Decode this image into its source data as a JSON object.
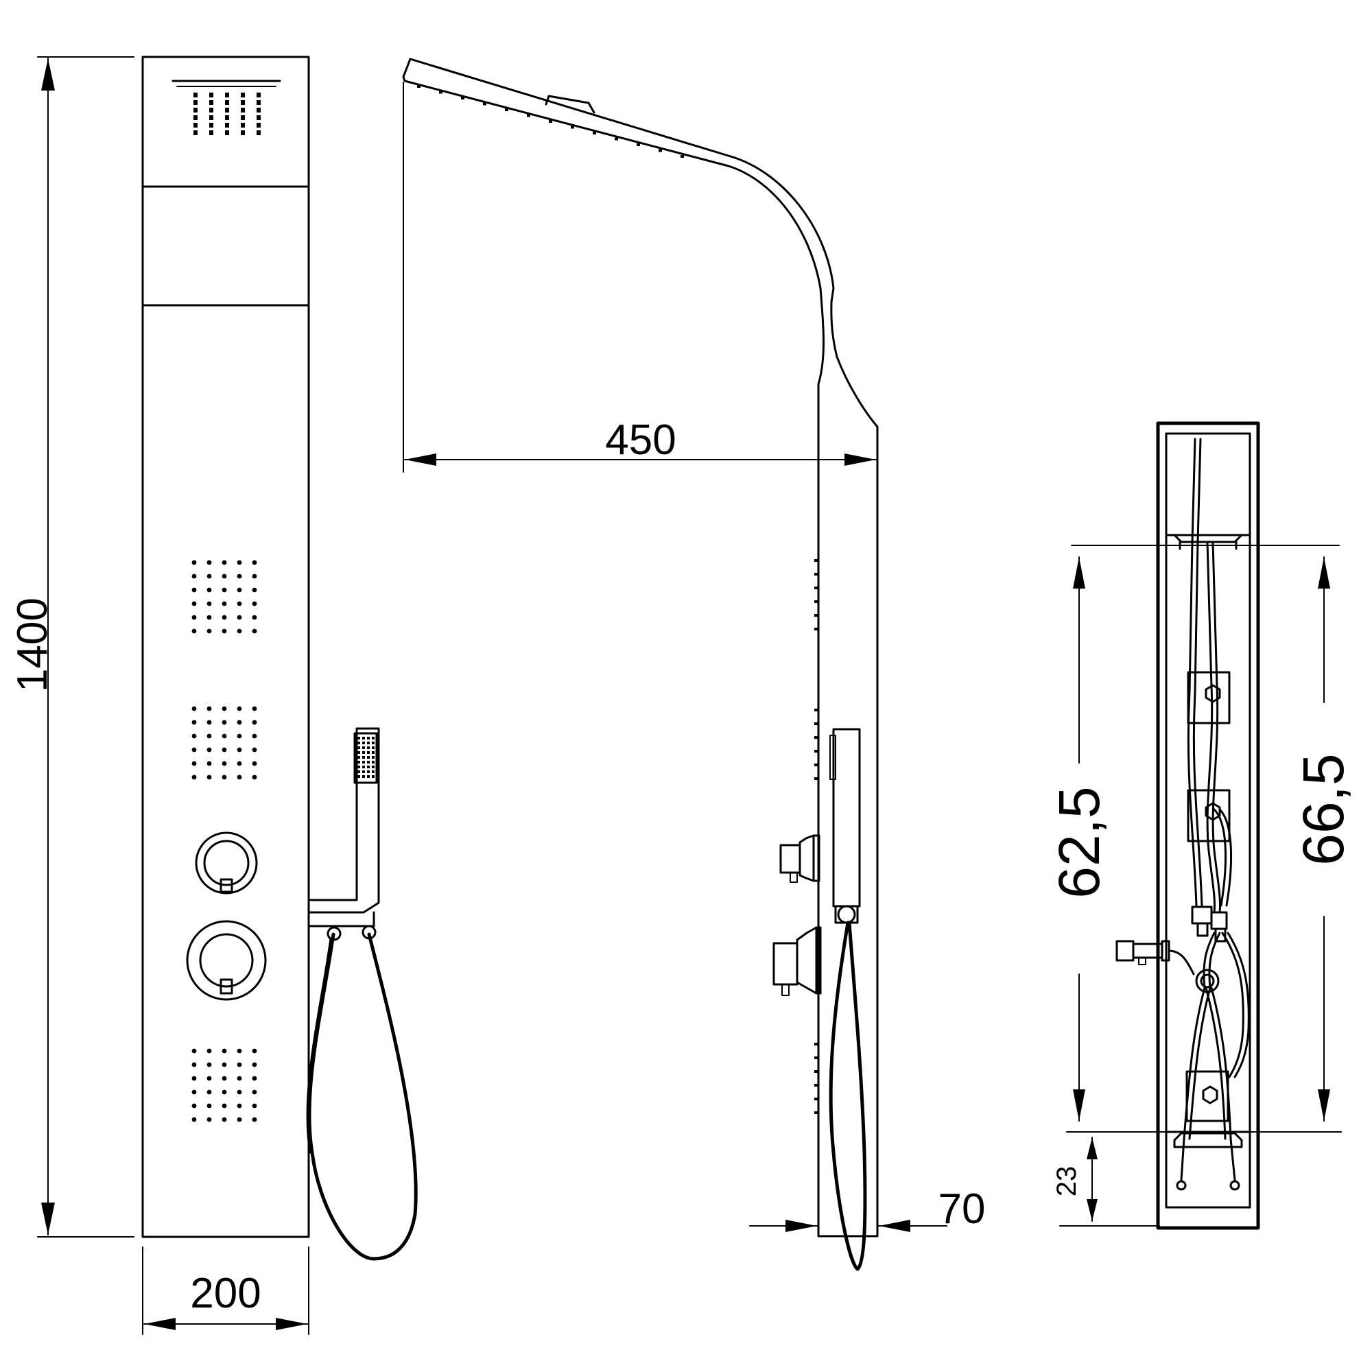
{
  "diagram": {
    "subject": "shower panel technical drawing",
    "views": [
      "front",
      "side",
      "rear-plumbing"
    ],
    "dimensions": {
      "height": "1400",
      "front_width": "200",
      "head_projection": "450",
      "depth": "70",
      "outlet_spacing_left": "62,5",
      "outlet_spacing_right": "66,5",
      "bottom_offset": "23"
    },
    "line_color": "#000000",
    "background": "#ffffff"
  }
}
